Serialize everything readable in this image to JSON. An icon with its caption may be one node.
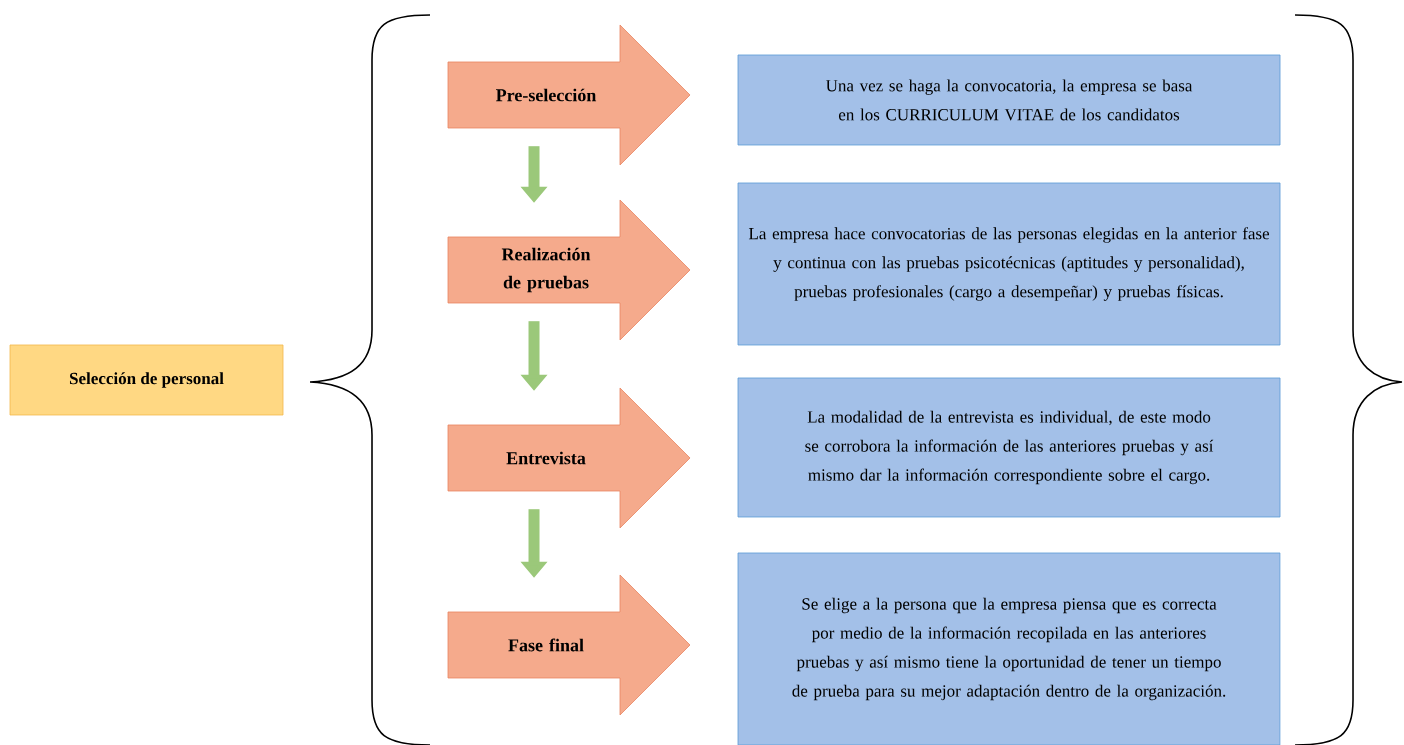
{
  "diagram": {
    "nodes": [
      {
        "text": [
          "Selección de personal"
        ]
      },
      {
        "text": [
          "Pre-selección"
        ]
      },
      {
        "text": [
          "Realización de pruebas"
        ]
      },
      {
        "text": [
          "Entrevista"
        ]
      },
      {
        "text": [
          "Fase final"
        ]
      },
      {
        "text": [
          "Una vez se haga la convocatoria, la empresa se basa en los CURRICULUM VITAE de los candidatos"
        ]
      },
      {
        "text": [
          "La empresa hace convocatorias de las personas elegidas en la anterior fase y continua con las pruebas psicotécnicas (aptitudes y personalidad), pruebas profesionales (cargo a desempeñar) y pruebas físicas."
        ]
      },
      {
        "text": [
          "La modalidad de la entrevista es individual, de este modo se corrobora la información de las anteriores pruebas y así mismo dar la información correspondiente sobre el cargo."
        ]
      },
      {
        "text": [
          "Se elige a la persona que la empresa piensa que es correcta por medio de la información recopilada en las anteriores pruebas y así mismo tiene la oportunidad de tener un tiempo de prueba para su mejor adaptación dentro de la organización."
        ]
      }
    ],
    "edges": [
      {
        "from": 1,
        "to": 2,
        "arrow": "to"
      },
      {
        "from": 2,
        "to": 3,
        "arrow": "to"
      },
      {
        "from": 3,
        "to": 4,
        "arrow": "to"
      }
    ]
  }
}
